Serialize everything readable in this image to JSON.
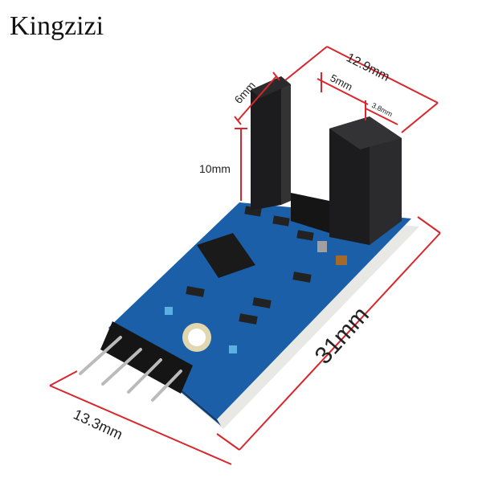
{
  "brand": "Kingzizi",
  "dimensions": {
    "total_width": "12.9mm",
    "slot_depth": "6mm",
    "gap": "5mm",
    "block": "3.8mm",
    "height": "10mm",
    "length": "31mm",
    "board_width": "13.3mm"
  },
  "colors": {
    "dimension_line": "#d8262c",
    "pcb": "#1a5fa8",
    "sensor": "#1c1c1e"
  }
}
